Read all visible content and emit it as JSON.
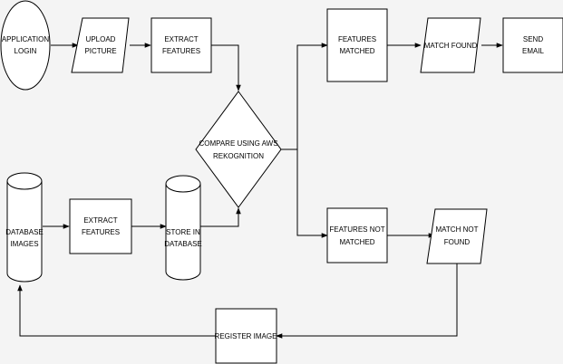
{
  "nodes": {
    "app_login": [
      "APPLICATION",
      "LOGIN"
    ],
    "upload_picture": [
      "UPLOAD",
      "PICTURE"
    ],
    "extract_features_top": [
      "EXTRACT",
      "FEATURES"
    ],
    "compare": [
      "COMPARE USING AWS",
      "REKOGNITION"
    ],
    "features_matched": [
      "FEATURES",
      "MATCHED"
    ],
    "match_found": [
      "MATCH FOUND"
    ],
    "send_email": [
      "SEND",
      "EMAIL"
    ],
    "database_images": [
      "DATABASE",
      "IMAGES"
    ],
    "extract_features_bottom": [
      "EXTRACT",
      "FEATURES"
    ],
    "store_in_database": [
      "STORE IN",
      "DATABASE"
    ],
    "features_not_matched": [
      "FEATURES NOT",
      "MATCHED"
    ],
    "match_not_found": [
      "MATCH NOT",
      "FOUND"
    ],
    "register_image": [
      "REGISTER IMAGE"
    ]
  },
  "colors": {
    "background": "#f4f4f4",
    "fill": "#ffffff",
    "stroke": "#000000"
  }
}
